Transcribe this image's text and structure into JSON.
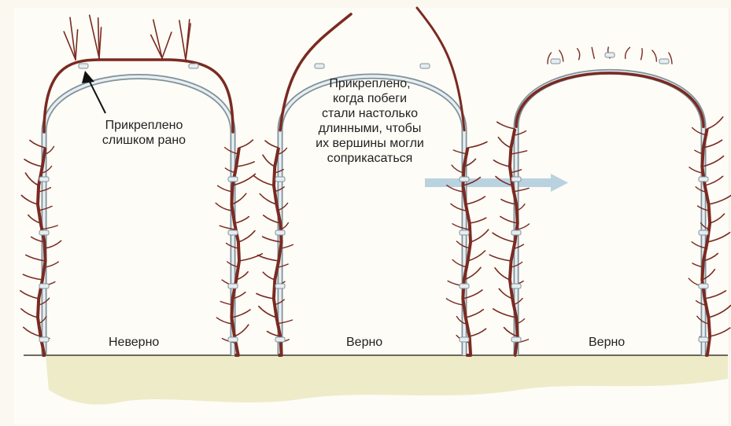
{
  "annotations": {
    "too_early": [
      "Прикреплено",
      "слишком рано"
    ],
    "when_touch": [
      "Прикреплено,",
      "когда побеги",
      "стали настолько",
      "длинными, чтобы",
      "их вершины могли",
      "соприкасаться"
    ]
  },
  "verdicts": {
    "arch1": "Неверно",
    "arch2": "Верно",
    "arch3": "Верно"
  },
  "colors": {
    "background": "#fdfcf6",
    "ground": "#ece9c4",
    "stem": "#7a2a22",
    "frame": "#c9d6dc",
    "arrow": "#b9d2e0"
  }
}
